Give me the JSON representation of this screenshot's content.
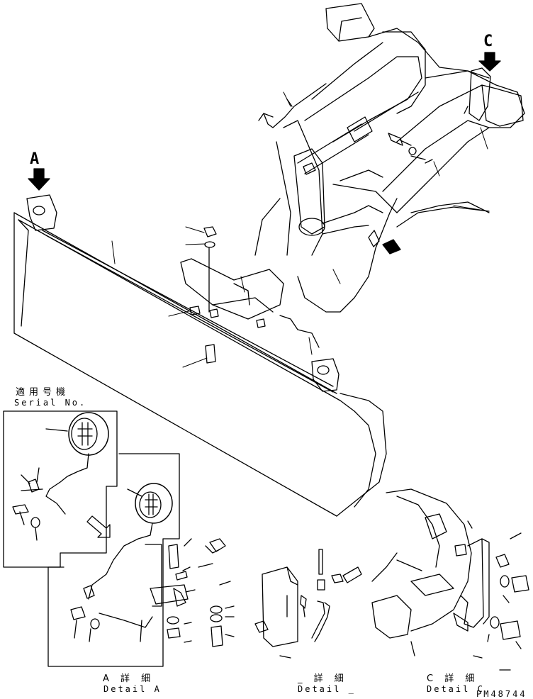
{
  "callouts": {
    "a": "A",
    "c": "C"
  },
  "serial_box": {
    "jp": "適用号機",
    "en": "Serial No."
  },
  "details": {
    "a": {
      "jp": "A 詳 細",
      "en": "Detail A"
    },
    "b": {
      "jp": "_ 詳 細",
      "en": "Detail _"
    },
    "c": {
      "jp": "C 詳 細",
      "en": "Detail C"
    }
  },
  "drawing_number": "PM48744",
  "colors": {
    "line": "#000000",
    "background": "#ffffff"
  }
}
